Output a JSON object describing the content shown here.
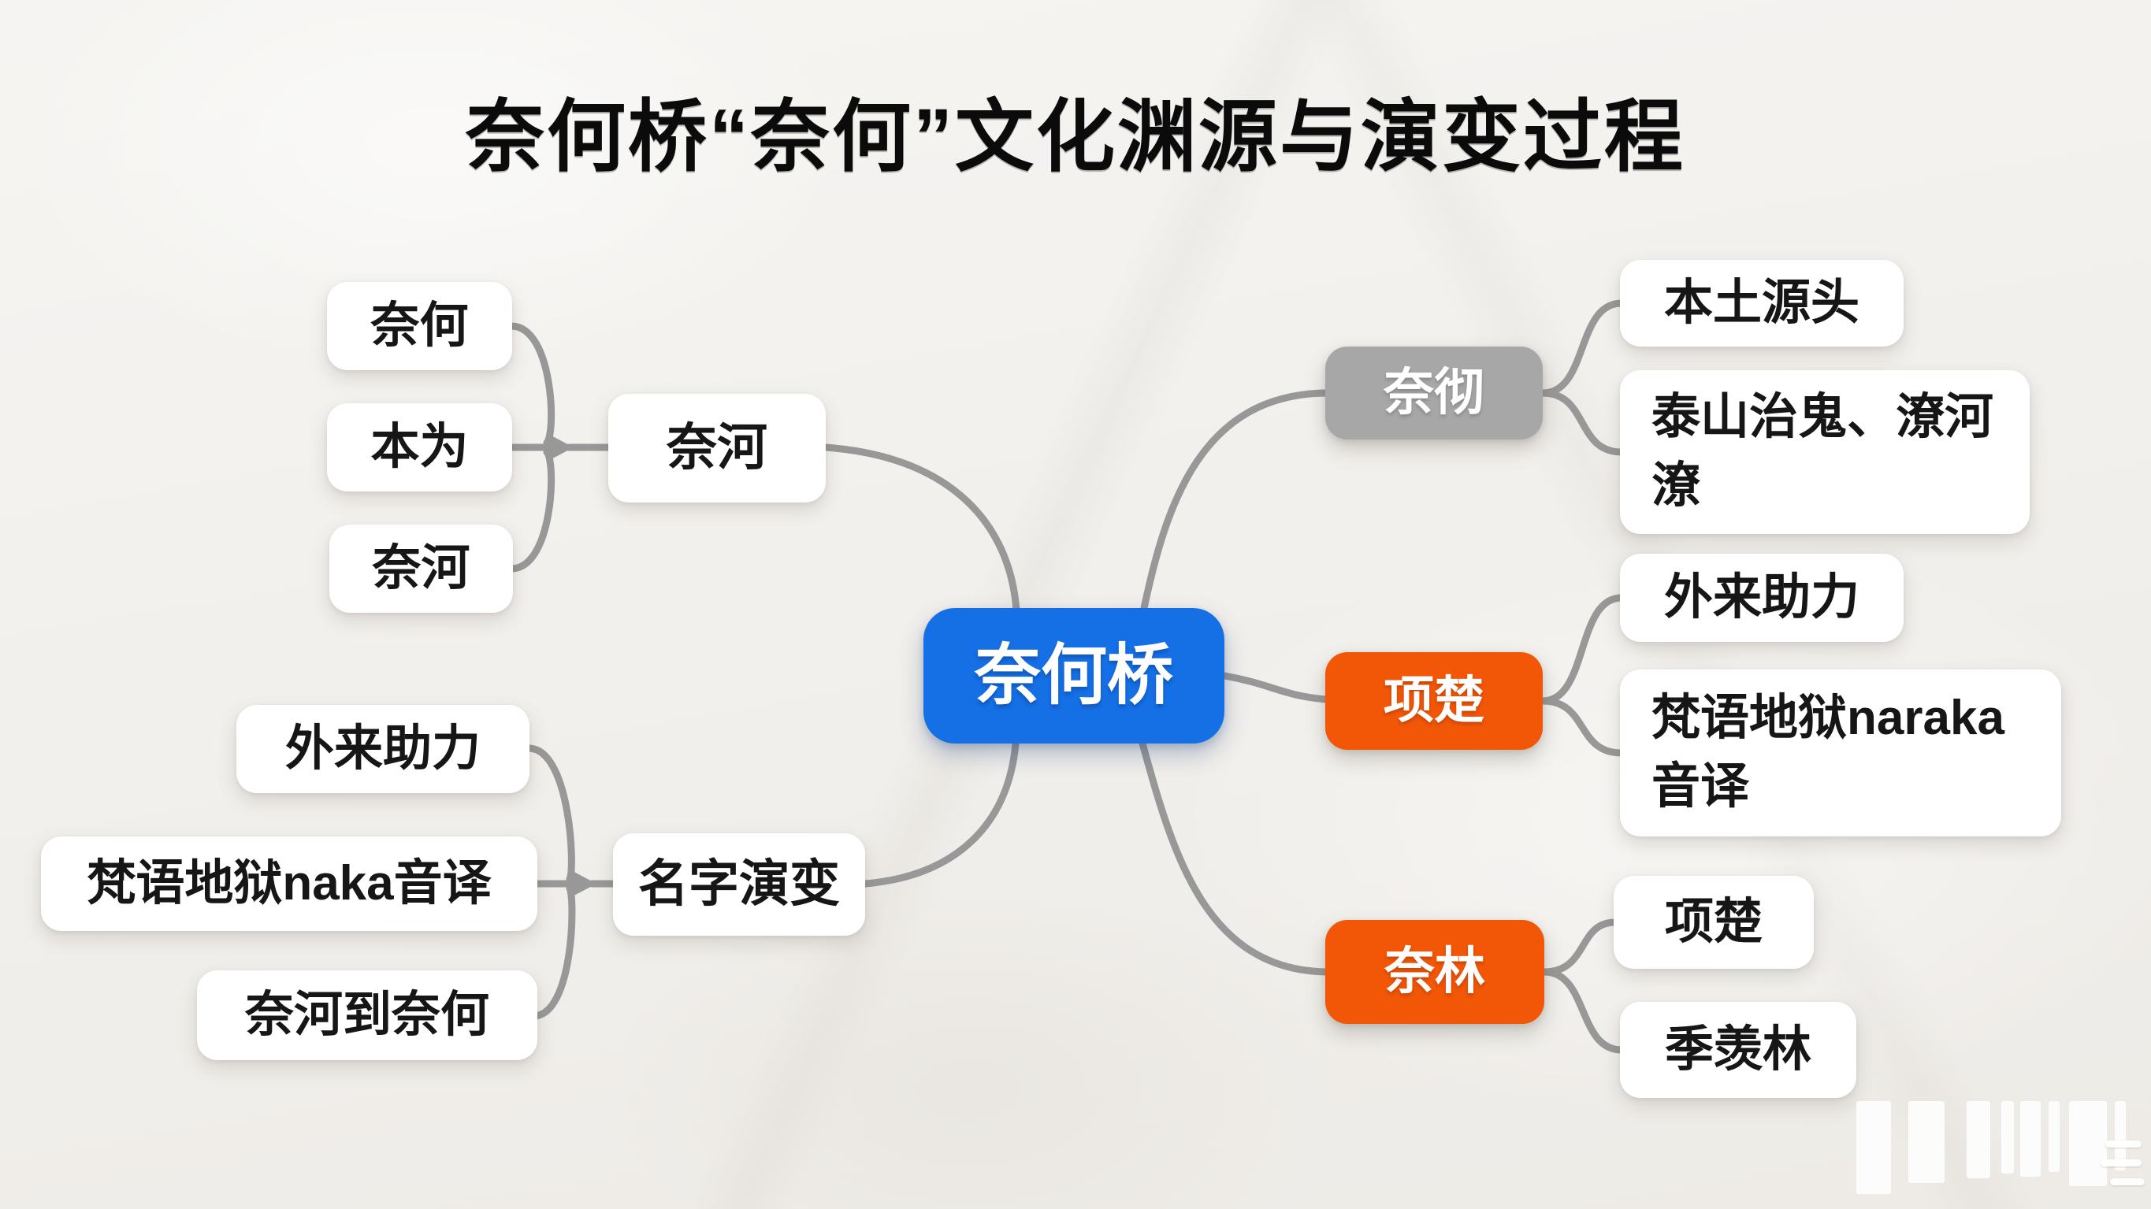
{
  "title": "奈何桥“奈何”文化渊源与演变过程",
  "colors": {
    "center_node": "#1570e6",
    "gray_branch": "#a7a7a7",
    "orange_branch": "#f25607",
    "connector": "#989898",
    "leaf_node_bg": "#ffffff",
    "text": "#161616",
    "paper_bg": "#f1efeb"
  },
  "mindmap": {
    "center": {
      "label": "奈何桥"
    },
    "left_groups": [
      {
        "hub": "奈河",
        "children": [
          "奈何",
          "本为",
          "奈河"
        ]
      },
      {
        "hub": "名字演变",
        "children": [
          "外来助力",
          "梵语地狱naka音译",
          "奈河到奈何"
        ]
      }
    ],
    "right_branches": [
      {
        "label": "奈彻",
        "children": [
          "本土源头",
          "泰山治鬼、潦河潦"
        ]
      },
      {
        "label": "项楚",
        "children": [
          "外来助力",
          "梵语地狱naraka音译"
        ]
      },
      {
        "label": "奈林",
        "children": [
          "项楚",
          "季羡林"
        ]
      }
    ]
  }
}
